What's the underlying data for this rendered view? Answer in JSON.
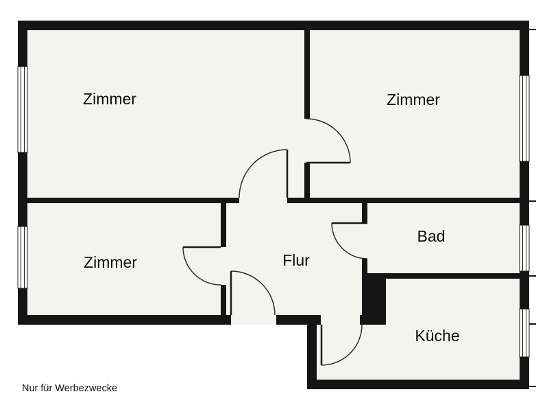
{
  "plan": {
    "rooms": [
      {
        "id": "zimmer-top-left",
        "label": "Zimmer"
      },
      {
        "id": "zimmer-top-right",
        "label": "Zimmer"
      },
      {
        "id": "zimmer-bottom-left",
        "label": "Zimmer"
      },
      {
        "id": "flur",
        "label": "Flur"
      },
      {
        "id": "bad",
        "label": "Bad"
      },
      {
        "id": "kueche",
        "label": "Küche"
      }
    ],
    "footer_note": "Nur für Werbezwecke",
    "colors": {
      "wall": "#151515",
      "interior": "#f3f3f0",
      "paper": "#ffffff",
      "line": "#1a1a1a"
    }
  }
}
